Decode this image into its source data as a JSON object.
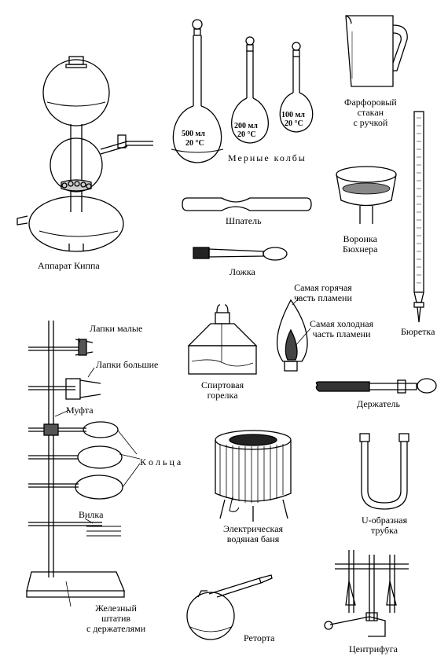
{
  "labels": {
    "kipp": "Аппарат Киппа",
    "flasks": "Мерные колбы",
    "flask_500": "500 мл",
    "flask_500_t": "20 °C",
    "flask_200": "200 мл",
    "flask_200_t": "20 °C",
    "flask_100": "100 мл",
    "flask_100_t": "20 °C",
    "cup": "Фарфоровый\nстакан\nс ручкой",
    "spatula": "Шпатель",
    "funnel": "Воронка\nБюхнера",
    "spoon": "Ложка",
    "hottest": "Самая горячая\nчасть пламени",
    "coldest": "Самая холодная\nчасть пламени",
    "burette": "Бюретка",
    "small_clamps": "Лапки малые",
    "big_clamps": "Лапки большие",
    "burner": "Спиртовая\nгорелка",
    "holder": "Держатель",
    "muff": "Муфта",
    "rings": "К о л ь ц а",
    "fork": "Вилка",
    "water_bath": "Электрическая\nводяная баня",
    "u_tube": "U-образная\nтрубка",
    "stand": "Железный\nштатив\nс держателями",
    "retort": "Реторта",
    "centrifuge": "Центрифуга"
  }
}
